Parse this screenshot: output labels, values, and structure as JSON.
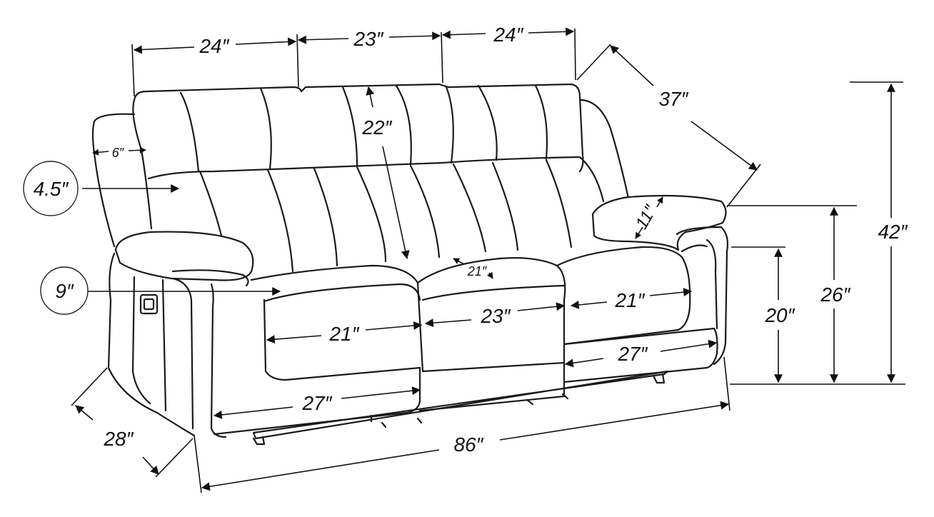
{
  "diagram": {
    "back_widths": [
      "24″",
      "23″",
      "24″"
    ],
    "back_height": "22″",
    "depth_diagonal": "37″",
    "overall_height": "42″",
    "arm_height": "26″",
    "seat_height": "20″",
    "arm_width": "6″",
    "arm_pad": "11″",
    "pillow_thickness": "4.5″",
    "seat_cushion_thickness": "9″",
    "seat_depth_center": "21″",
    "seat_widths": [
      "21″",
      "23″",
      "21″"
    ],
    "footrest_widths": [
      "27″",
      "27″"
    ],
    "overall_width": "86″",
    "side_depth": "28″"
  }
}
